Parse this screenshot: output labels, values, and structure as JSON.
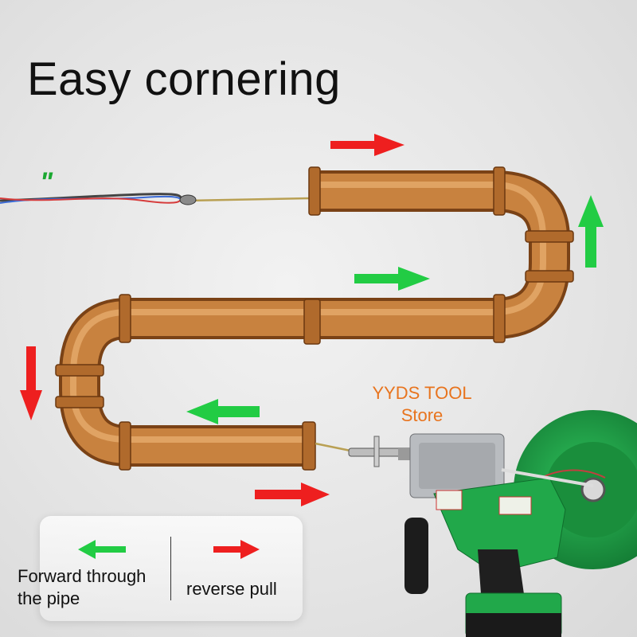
{
  "title": "Easy cornering",
  "store": {
    "line1": "YYDS TOOL",
    "line2": "Store"
  },
  "legend": {
    "forward_label": "Forward through the pipe",
    "reverse_label": "reverse pull"
  },
  "colors": {
    "pipe": "#c8823f",
    "pipe_dark": "#9a5a22",
    "forward_arrow": "#22cc44",
    "reverse_arrow": "#ee1f1f",
    "machine_green": "#21a84a",
    "store_text": "#e8741e"
  },
  "icons": [
    "forward-arrow-icon",
    "reverse-arrow-icon",
    "wire-puller-machine-icon"
  ]
}
